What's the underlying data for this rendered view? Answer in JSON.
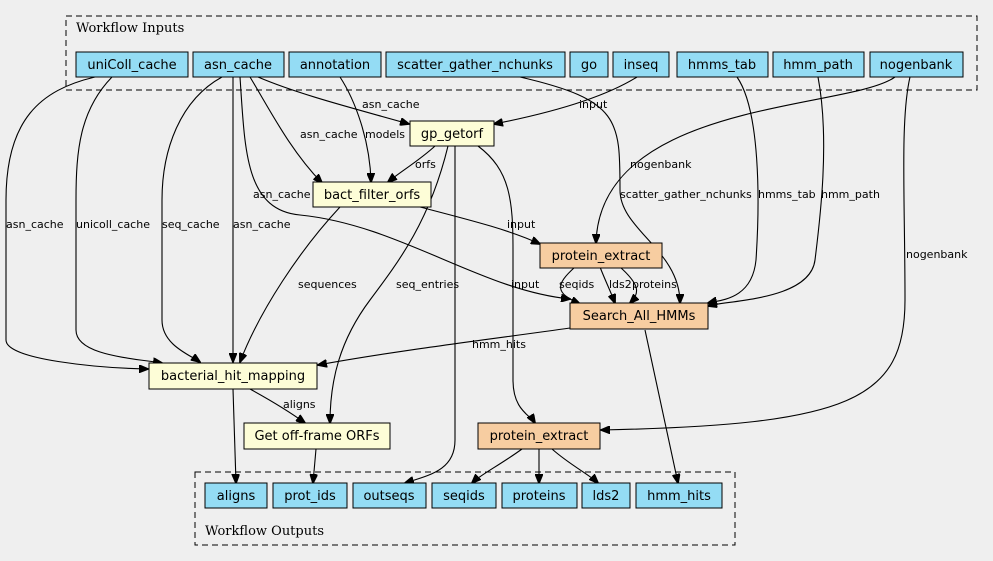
{
  "colors": {
    "background": "#efefef",
    "io_node": "#94dcf4",
    "tool_node": "#fdfdd7",
    "subworkflow_node": "#f7cda1"
  },
  "clusters": {
    "inputs": "Workflow Inputs",
    "outputs": "Workflow Outputs"
  },
  "inputs": {
    "unicoll_cache": "uniColl_cache",
    "asn_cache": "asn_cache",
    "annotation": "annotation",
    "scatter": "scatter_gather_nchunks",
    "go": "go",
    "inseq": "inseq",
    "hmms_tab": "hmms_tab",
    "hmm_path": "hmm_path",
    "nogenbank": "nogenbank"
  },
  "steps": {
    "gp_getorf": "gp_getorf",
    "bact_filter_orfs": "bact_filter_orfs",
    "protein_extract_1": "protein_extract",
    "search_all_hmms": "Search_All_HMMs",
    "bacterial_hit_mapping": "bacterial_hit_mapping",
    "off_frame_orfs": "Get off-frame ORFs",
    "protein_extract_2": "protein_extract"
  },
  "outputs": {
    "aligns": "aligns",
    "prot_ids": "prot_ids",
    "outseqs": "outseqs",
    "seqids": "seqids",
    "proteins": "proteins",
    "lds2": "lds2",
    "hmm_hits": "hmm_hits"
  },
  "edge_labels": {
    "asn_cache_to_getorf": "asn_cache",
    "asn_cache_to_filter": "asn_cache",
    "models": "models",
    "inseq_to_getorf": "input",
    "orfs": "orfs",
    "nogenbank_to_pe1": "nogenbank",
    "scatter_to_hmms": "scatter_gather_nchunks",
    "hmms_tab_to_hmms": "hmms_tab",
    "hmm_path_to_hmms": "hmm_path",
    "nogenbank_to_pe2": "nogenbank",
    "asn_cache_to_hmms": "asn_cache",
    "filter_to_pe1": "input",
    "unicoll_to_mapping_left": "asn_cache",
    "unicoll_to_mapping": "unicoll_cache",
    "seq_cache": "seq_cache",
    "asn_cache_to_mapping": "asn_cache",
    "sequences": "sequences",
    "seq_entries": "seq_entries",
    "getorf_to_pe2": "input",
    "seqids": "seqids",
    "lds2": "lds2",
    "proteins": "proteins",
    "hmm_hits": "hmm_hits",
    "aligns": "aligns"
  }
}
